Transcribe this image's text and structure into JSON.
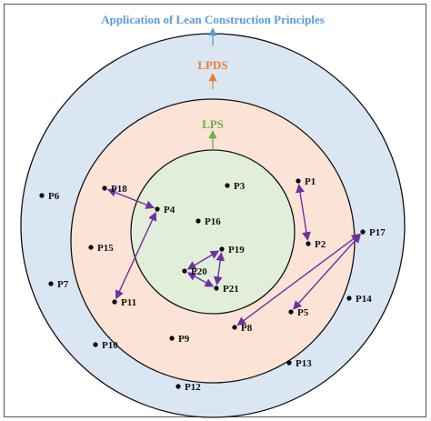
{
  "title": "Application of Lean Construction Principles",
  "colors": {
    "outer_ring": "#dbe6f3",
    "middle_ring": "#fbe3d6",
    "inner_ring": "#e1efda",
    "ring_stroke": "#111111",
    "title_color": "#5b9bd5",
    "lpds_color": "#ed7d31",
    "lps_color": "#70ad47",
    "arrow_color": "#7030a0"
  },
  "rings": {
    "outer": {
      "label": ""
    },
    "middle": {
      "label": "LPDS"
    },
    "inner": {
      "label": "LPS"
    }
  },
  "points": [
    {
      "id": "P1",
      "label": "P1"
    },
    {
      "id": "P2",
      "label": "P2"
    },
    {
      "id": "P3",
      "label": "P3"
    },
    {
      "id": "P4",
      "label": "P4"
    },
    {
      "id": "P5",
      "label": "P5"
    },
    {
      "id": "P6",
      "label": "P6"
    },
    {
      "id": "P7",
      "label": "P7"
    },
    {
      "id": "P8",
      "label": "P8"
    },
    {
      "id": "P9",
      "label": "P9"
    },
    {
      "id": "P10",
      "label": "P10"
    },
    {
      "id": "P11",
      "label": "P11"
    },
    {
      "id": "P12",
      "label": "P12"
    },
    {
      "id": "P13",
      "label": "P13"
    },
    {
      "id": "P14",
      "label": "P14"
    },
    {
      "id": "P15",
      "label": "P15"
    },
    {
      "id": "P16",
      "label": "P16"
    },
    {
      "id": "P17",
      "label": "P17"
    },
    {
      "id": "P18",
      "label": "P18"
    },
    {
      "id": "P19",
      "label": "P19"
    },
    {
      "id": "P20",
      "label": "P20"
    },
    {
      "id": "P21",
      "label": "P21"
    }
  ],
  "links": [
    {
      "from": "P18",
      "to": "P4"
    },
    {
      "from": "P4",
      "to": "P11"
    },
    {
      "from": "P1",
      "to": "P2"
    },
    {
      "from": "P17",
      "to": "P5"
    },
    {
      "from": "P17",
      "to": "P8"
    },
    {
      "from": "P20",
      "to": "P19"
    },
    {
      "from": "P19",
      "to": "P21"
    },
    {
      "from": "P21",
      "to": "P20"
    }
  ]
}
